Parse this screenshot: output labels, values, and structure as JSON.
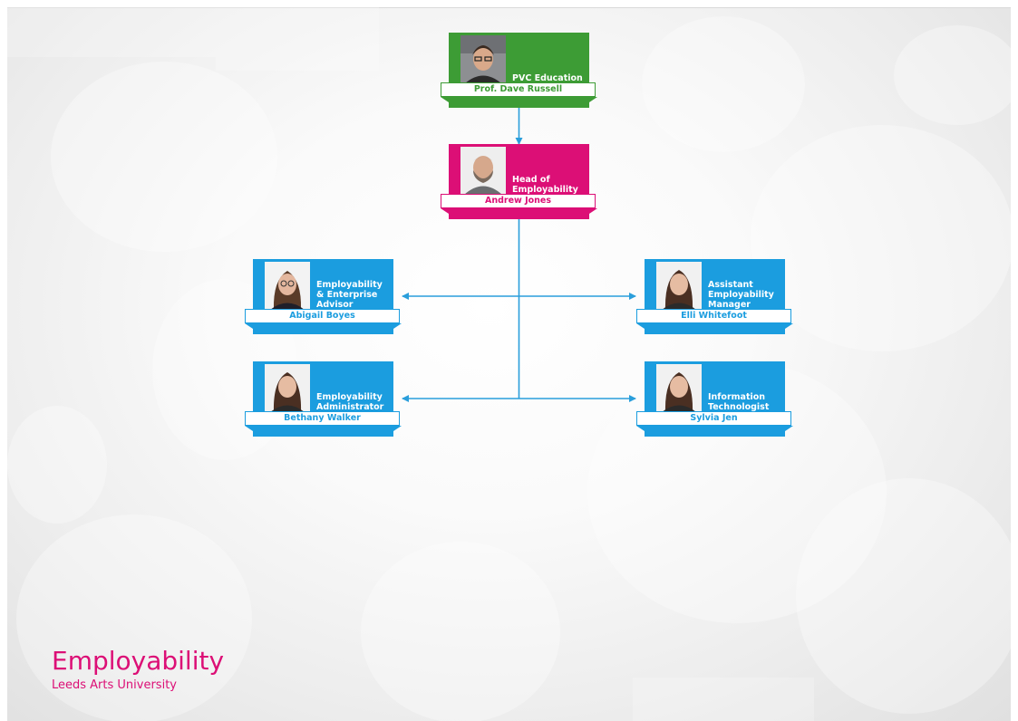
{
  "colors": {
    "green": "#3d9c35",
    "magenta": "#dc0f76",
    "blue": "#1b9ddf",
    "connector": "#2a9edb"
  },
  "org": {
    "nodes": [
      {
        "id": "pvc",
        "role": "PVC Education",
        "name": "Prof. Dave Russell",
        "color": "#3d9c35",
        "photo": "man-with-glasses-icon"
      },
      {
        "id": "head",
        "role": "Head of Employability",
        "name": "Andrew Jones",
        "color": "#dc0f76",
        "photo": "bearded-man-icon"
      },
      {
        "id": "abigail",
        "role": "Employability & Enterprise Advisor",
        "name": "Abigail Boyes",
        "color": "#1b9ddf",
        "photo": "woman-with-glasses-icon"
      },
      {
        "id": "elli",
        "role": "Assistant Employability Manager",
        "name": "Elli Whitefoot",
        "color": "#1b9ddf",
        "photo": "woman-icon"
      },
      {
        "id": "bethany",
        "role": "Employability Administrator",
        "name": "Bethany Walker",
        "color": "#1b9ddf",
        "photo": "woman-icon"
      },
      {
        "id": "sylvia",
        "role": "Information Technologist",
        "name": "Sylvia Jen",
        "color": "#1b9ddf",
        "photo": "woman-icon"
      }
    ],
    "edges": [
      {
        "from": "pvc",
        "to": "head"
      },
      {
        "from": "head",
        "to": "abigail"
      },
      {
        "from": "head",
        "to": "elli"
      },
      {
        "from": "head",
        "to": "bethany"
      },
      {
        "from": "head",
        "to": "sylvia"
      }
    ]
  },
  "brand": {
    "title": "Employability",
    "subtitle": "Leeds Arts University"
  }
}
